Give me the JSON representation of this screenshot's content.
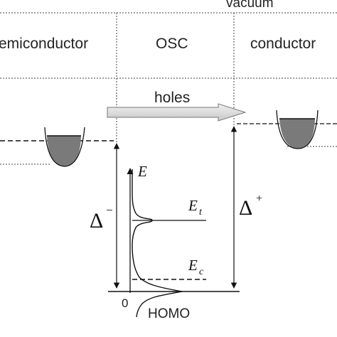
{
  "regions": {
    "vacuum": "vacuum",
    "left": "emiconductor",
    "middle": "OSC",
    "right": "conductor"
  },
  "arrow": {
    "label": "holes"
  },
  "dos_axis": {
    "label": "E",
    "origin": "0"
  },
  "levels": {
    "trap": {
      "symbol": "E",
      "subscript": "t"
    },
    "conduction": {
      "symbol": "E",
      "subscript": "c"
    },
    "homo": "HOMO"
  },
  "barriers": {
    "left": {
      "symbol": "Δ",
      "superscript": "−"
    },
    "right": {
      "symbol": "Δ",
      "superscript": "+"
    }
  },
  "colors": {
    "line": "#111111",
    "dotted": "#444444",
    "fill": "#7a7a7a",
    "arrow_fill": "#dcdcdc",
    "arrow_stroke": "#777777"
  }
}
